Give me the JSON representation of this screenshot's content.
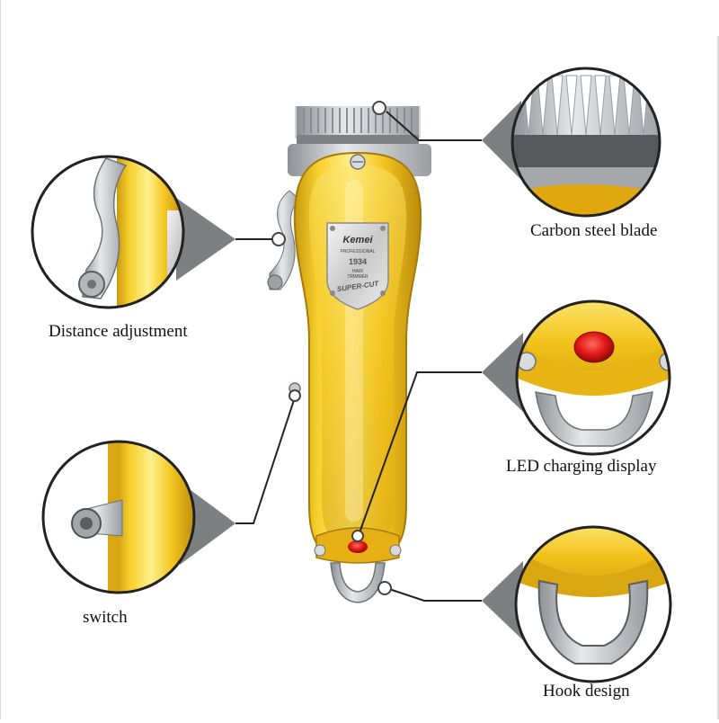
{
  "brand": {
    "name": "Kemei",
    "line": "PROFESSIONAL",
    "model": "1934",
    "sub1": "HAIR",
    "sub2": "TRIMMER",
    "series": "SUPER-CUT"
  },
  "callouts": {
    "blade": "Carbon steel blade",
    "distance": "Distance adjustment",
    "led": "LED charging display",
    "switch": "switch",
    "hook": "Hook design"
  },
  "colors": {
    "gold": "#f2c21a",
    "gold_light": "#fbe579",
    "gold_dark": "#c4900c",
    "steel": "#b9bcbf",
    "steel_dark": "#6e7275",
    "led": "#e01515",
    "line": "#222222"
  }
}
